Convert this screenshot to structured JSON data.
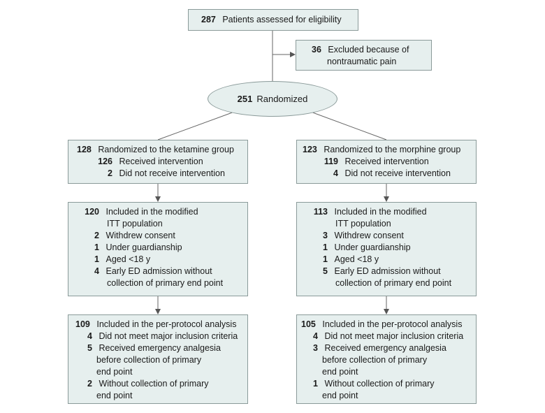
{
  "assessed": {
    "n": "287",
    "text": "Patients assessed for eligibility"
  },
  "excluded": {
    "n": "36",
    "text1": "Excluded because of",
    "text2": "nontraumatic pain"
  },
  "randomized": {
    "n": "251",
    "text": "Randomized"
  },
  "ketamine": {
    "alloc": {
      "n": "128",
      "text": "Randomized to the ketamine group",
      "items": [
        {
          "n": "126",
          "text": "Received intervention"
        },
        {
          "n": "2",
          "text": "Did not receive intervention"
        }
      ]
    },
    "mitt": {
      "n": "120",
      "text1": "Included in the modified",
      "text2": "ITT population",
      "items": [
        {
          "n": "2",
          "lines": [
            "Withdrew consent"
          ]
        },
        {
          "n": "1",
          "lines": [
            "Under guardianship"
          ]
        },
        {
          "n": "1",
          "lines": [
            "Aged <18 y"
          ]
        },
        {
          "n": "4",
          "lines": [
            "Early ED admission without",
            "collection of primary end point"
          ]
        }
      ]
    },
    "pp": {
      "n": "109",
      "text": "Included in the per-protocol analysis",
      "items": [
        {
          "n": "4",
          "lines": [
            "Did not meet major inclusion criteria"
          ]
        },
        {
          "n": "5",
          "lines": [
            "Received emergency analgesia",
            "before collection of primary",
            "end point"
          ]
        },
        {
          "n": "2",
          "lines": [
            "Without collection of primary",
            "end point"
          ]
        }
      ]
    }
  },
  "morphine": {
    "alloc": {
      "n": "123",
      "text": "Randomized to the morphine group",
      "items": [
        {
          "n": "119",
          "text": "Received intervention"
        },
        {
          "n": "4",
          "text": "Did not receive intervention"
        }
      ]
    },
    "mitt": {
      "n": "113",
      "text1": "Included in the modified",
      "text2": "ITT population",
      "items": [
        {
          "n": "3",
          "lines": [
            "Withdrew consent"
          ]
        },
        {
          "n": "1",
          "lines": [
            "Under guardianship"
          ]
        },
        {
          "n": "1",
          "lines": [
            "Aged <18 y"
          ]
        },
        {
          "n": "5",
          "lines": [
            "Early ED admission without",
            "collection of primary end point"
          ]
        }
      ]
    },
    "pp": {
      "n": "105",
      "text": "Included in the per-protocol analysis",
      "items": [
        {
          "n": "4",
          "lines": [
            "Did not meet major inclusion criteria"
          ]
        },
        {
          "n": "3",
          "lines": [
            "Received emergency analgesia",
            "before collection of primary",
            "end point"
          ]
        },
        {
          "n": "1",
          "lines": [
            "Without collection of primary",
            "end point"
          ]
        }
      ]
    }
  }
}
